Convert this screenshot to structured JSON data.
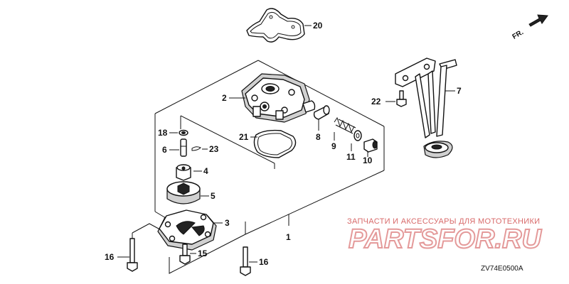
{
  "diagram": {
    "code": "ZV74E0500A",
    "front_label": "FR.",
    "callouts": {
      "c1": "1",
      "c2": "2",
      "c3": "3",
      "c4": "4",
      "c5": "5",
      "c6": "6",
      "c7": "7",
      "c8": "8",
      "c9": "9",
      "c10": "10",
      "c11": "11",
      "c15": "15",
      "c16a": "16",
      "c16b": "16",
      "c18": "18",
      "c20": "20",
      "c21": "21",
      "c22": "22",
      "c23": "23"
    }
  },
  "watermark": {
    "line1": "ЗАПЧАСТИ И АКСЕССУАРЫ ДЛЯ МОТОТЕХНИКИ",
    "line2": "PARTSFOR.RU",
    "color": "#e49a9a"
  }
}
